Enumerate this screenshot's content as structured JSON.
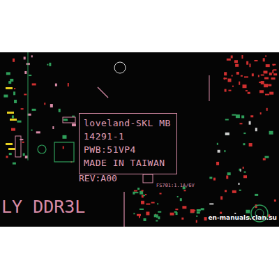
{
  "diagram": {
    "nodes": [
      {
        "text": [
          "loveland-SKL MB",
          "14291-1",
          "PWB:51VP4",
          "MADE IN TAIWAN"
        ]
      }
    ],
    "edges": [],
    "labels": [
      "REV:A00",
      "LY DDR3L",
      "FS701:1.1A/6V",
      "en-manuals.clan.su"
    ]
  }
}
